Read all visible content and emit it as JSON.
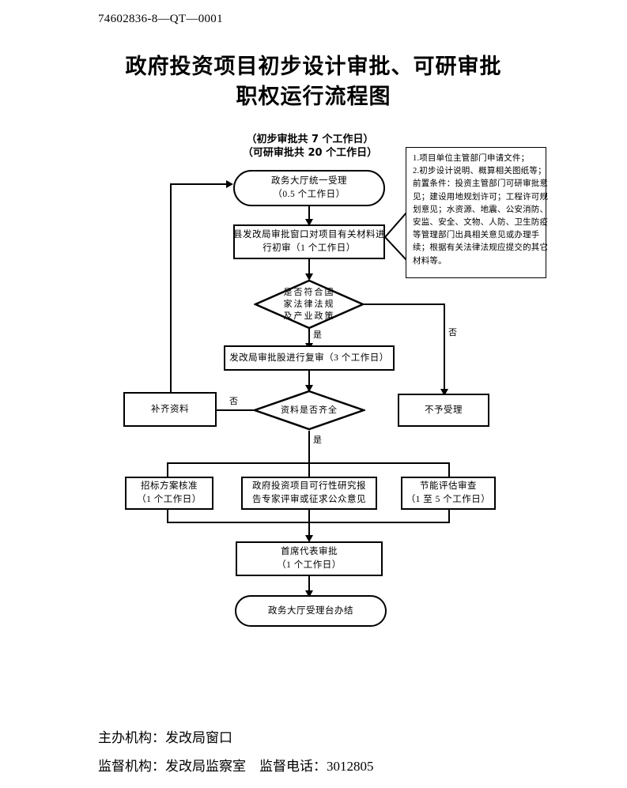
{
  "document": {
    "code": "74602836-8—QT—0001",
    "title_line1": "政府投资项目初步设计审批、可研审批",
    "title_line2": "职权运行流程图",
    "subtitle_line1": "（初步审批共 7 个工作日）",
    "subtitle_line2": "（可研审批共 20 个工作日）"
  },
  "note": {
    "lines": [
      "1.项目单位主管部门申请文件；",
      "2.初步设计说明、概算相关图纸等；",
      "前置条件：投资主管部门可研审批意",
      "见；建设用地规划许可；工程许可规",
      "划意见；水资源、地震、公安消防、",
      "安监、安全、文物、人防、卫生防疫",
      "等管理部门出具相关意见或办理手",
      "续；根据有关法律法规应提交的其它",
      "材料等。"
    ]
  },
  "nodes": {
    "intake": {
      "line1": "政务大厅统一受理",
      "line2": "（0.5 个工作日）"
    },
    "first_review": {
      "line1": "县发改局审批窗口对项目有关材料进",
      "line2": "行初审（1 个工作日）"
    },
    "decision_law": {
      "line1": "是否符合国",
      "line2": "家法律法规",
      "line3": "及产业政策"
    },
    "re_review": {
      "line1": "发改局审批股进行复审（3 个工作日）"
    },
    "supplement": {
      "line1": "补齐资料"
    },
    "decision_docs": {
      "line1": "资料是否齐全"
    },
    "reject": {
      "line1": "不予受理"
    },
    "bid_plan": {
      "line1": "招标方案核准",
      "line2": "（1 个工作日）"
    },
    "feasibility": {
      "line1": "政府投资项目可行性研究报",
      "line2": "告专家评审或征求公众意见"
    },
    "energy": {
      "line1": "节能评估审查",
      "line2": "（1 至 5 个工作日）"
    },
    "chief_approval": {
      "line1": "首席代表审批",
      "line2": "（1 个工作日）"
    },
    "finish": {
      "line1": "政务大厅受理台办结"
    }
  },
  "edge_labels": {
    "law_yes": "是",
    "law_no": "否",
    "docs_no": "否",
    "docs_yes": "是"
  },
  "footer": {
    "line1": "主办机构：发改局窗口",
    "line2": "监督机构：发改局监察室　监督电话：3012805"
  }
}
